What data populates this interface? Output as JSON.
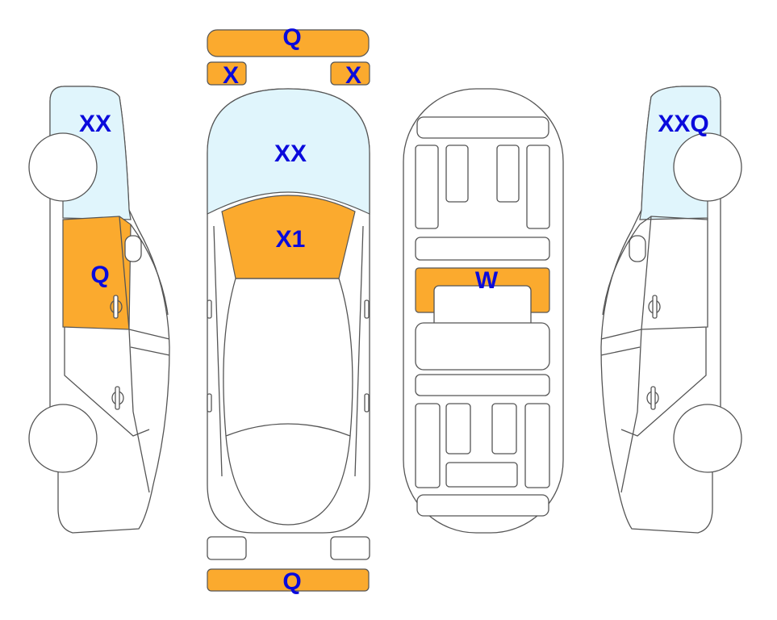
{
  "colors": {
    "damage": "#FBAA2E",
    "glass": "#E0F5FC",
    "label": "#0A0ADC",
    "outline": "#555555"
  },
  "labels": {
    "front_bumper": "Q",
    "front_left_light": "X",
    "front_right_light": "X",
    "left_side_glass": "XX",
    "left_front_door": "Q",
    "windshield": "XX",
    "hood": "X1",
    "interior_panel": "W",
    "right_side_glass": "XXQ",
    "rear_bumper": "Q"
  }
}
